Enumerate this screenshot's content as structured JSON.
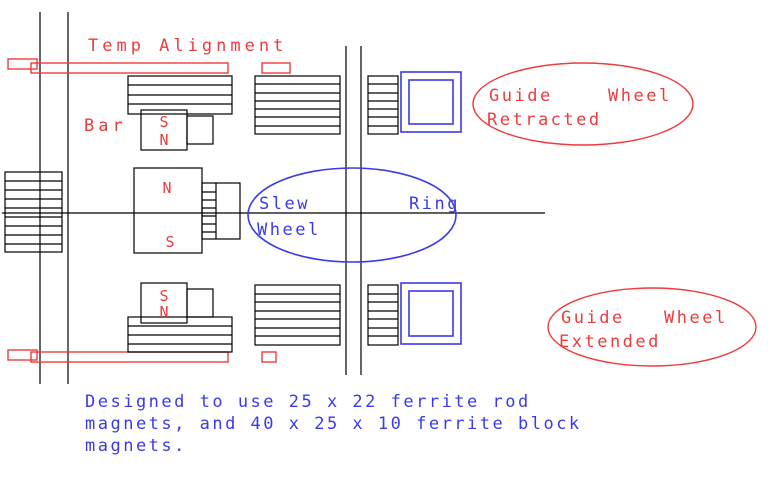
{
  "drawing": {
    "labels": {
      "temp_alignment_line1": "Temp Alignment",
      "temp_alignment_line2": "Bar"
    },
    "magnet_poles": {
      "upper": {
        "top": "S",
        "bottom": "N"
      },
      "middle": {
        "top": "N",
        "bottom": "S"
      },
      "lower": {
        "top": "S",
        "bottom": "N"
      }
    },
    "callouts": {
      "guide_wheel_retracted": {
        "word1": "Guide",
        "word2": "Wheel",
        "line2": "Retracted"
      },
      "slew_ring": {
        "left": "Slew",
        "right": "Ring",
        "below": "Wheel"
      },
      "guide_wheel_extended": {
        "word1": "Guide",
        "word2": "Wheel",
        "line2": "Extended"
      }
    },
    "note": {
      "line1": "Designed to use 25 x 22 ferrite rod",
      "line2": "magnets, and 40 x 25 x 10 ferrite block",
      "line3": "magnets."
    },
    "colors": {
      "annotation_red": "#ef3b3b",
      "annotation_blue": "#3a3aec",
      "line_black": "#000000"
    }
  }
}
